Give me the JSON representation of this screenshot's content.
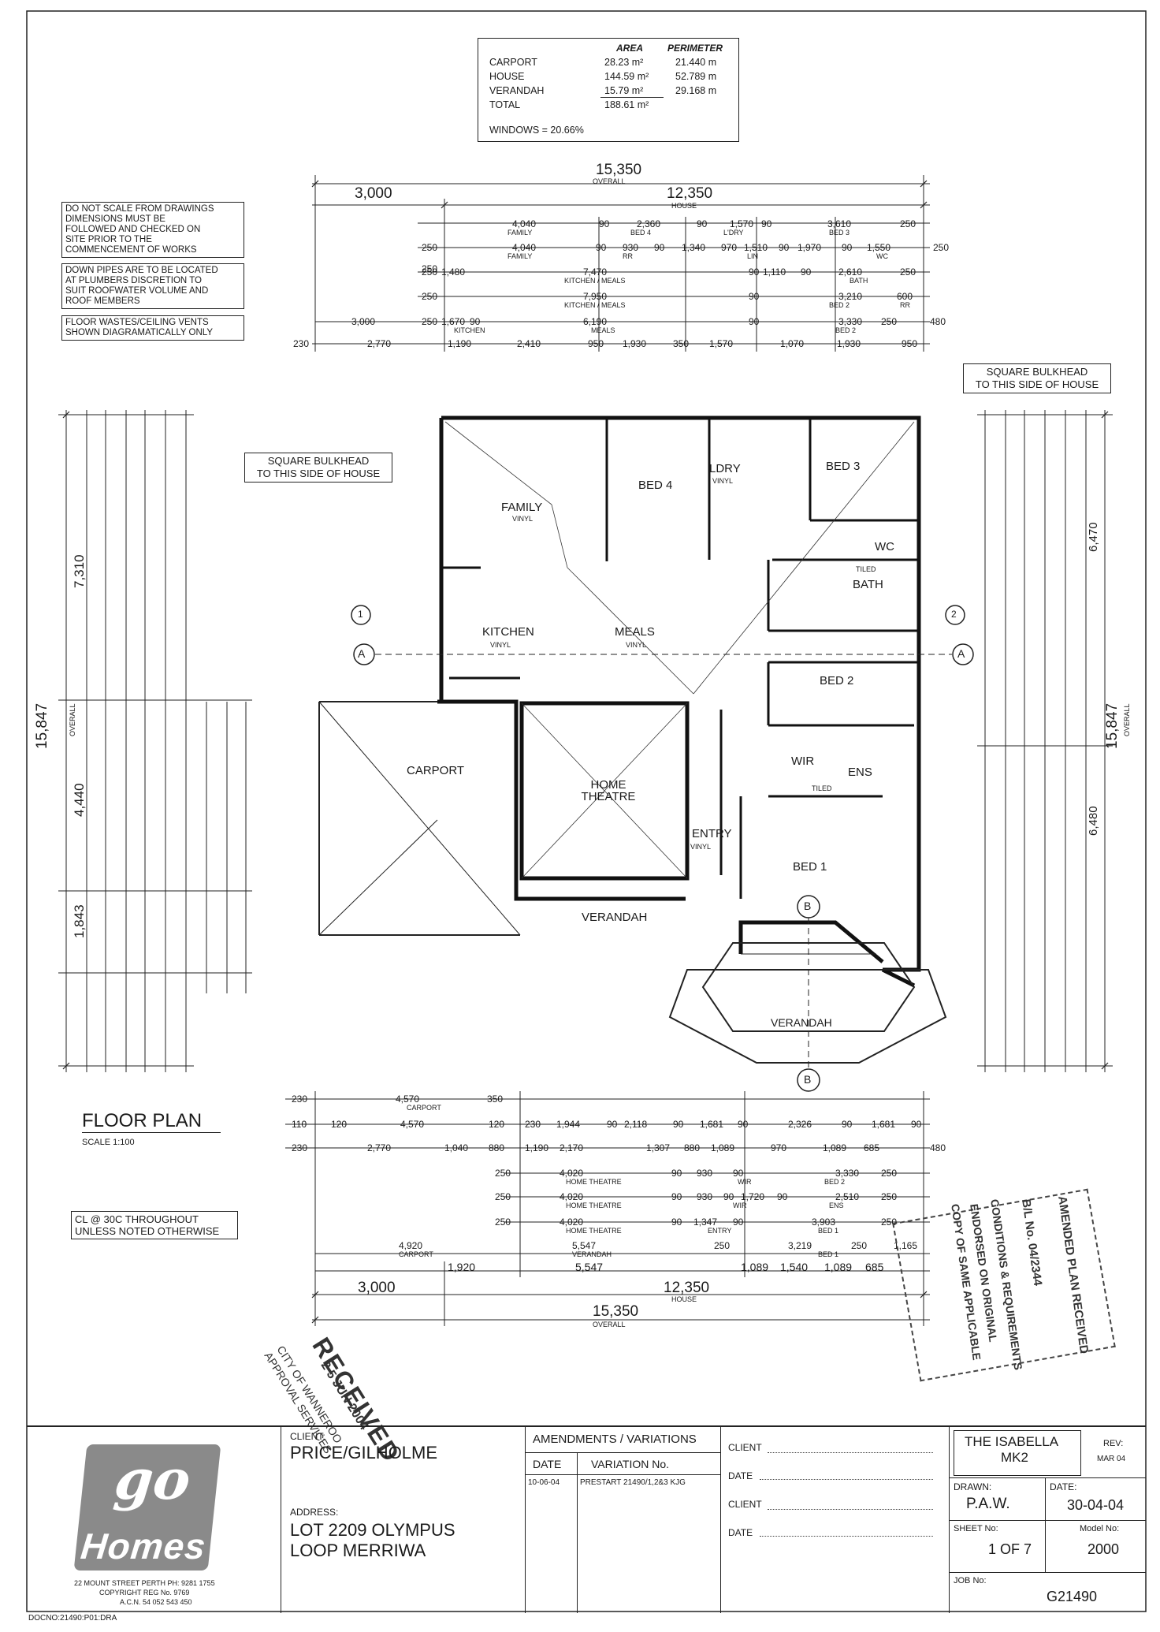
{
  "area_table": {
    "header_area": "AREA",
    "header_perimeter": "PERIMETER",
    "rows": [
      {
        "name": "CARPORT",
        "area": "28.23 m²",
        "perimeter": "21.440 m"
      },
      {
        "name": "HOUSE",
        "area": "144.59 m²",
        "perimeter": "52.789 m"
      },
      {
        "name": "VERANDAH",
        "area": "15.79 m²",
        "perimeter": "29.168 m"
      }
    ],
    "total_label": "TOTAL",
    "total_area": "188.61 m²",
    "windows": "WINDOWS = 20.66%"
  },
  "notes": {
    "note1": [
      "DO NOT SCALE FROM DRAWINGS",
      "DIMENSIONS MUST BE",
      "FOLLOWED AND CHECKED ON",
      "SITE PRIOR TO THE",
      "COMMENCEMENT OF WORKS"
    ],
    "note2": [
      "DOWN PIPES ARE TO BE LOCATED",
      "AT PLUMBERS DISCRETION TO",
      "SUIT ROOFWATER VOLUME AND",
      "ROOF MEMBERS"
    ],
    "note3": [
      "FLOOR WASTES/CEILING VENTS",
      "SHOWN DIAGRAMATICALLY ONLY"
    ],
    "bulkhead_right": [
      "SQUARE BULKHEAD",
      "TO THIS SIDE OF HOUSE"
    ],
    "bulkhead_left": [
      "SQUARE BULKHEAD",
      "TO THIS SIDE OF HOUSE"
    ],
    "ceiling": [
      "CL @ 30c THROUGHOUT",
      "UNLESS NOTED OTHERWISE"
    ]
  },
  "top_dims": {
    "overall": "15,350",
    "overall_label": "OVERALL",
    "carport": "3,000",
    "house": "12,350",
    "house_label": "HOUSE"
  },
  "bottom_dims": {
    "carport": "3,000",
    "house": "12,350",
    "house_label": "HOUSE",
    "overall": "15,350",
    "overall_label": "OVERALL"
  },
  "side_dims": {
    "left_overall": "15,847",
    "right_overall": "15,847",
    "overall_label": "OVERALL",
    "left_7310": "7,310",
    "left_4440": "4,440",
    "left_1843": "1,843",
    "right_6470": "6,470",
    "right_6480": "6,480"
  },
  "rooms": {
    "family": "FAMILY",
    "bed4": "BED 4",
    "ldry": "LDRY",
    "bed3": "BED 3",
    "kitchen": "KITCHEN",
    "meals": "MEALS",
    "bath": "BATH",
    "wc": "WC",
    "bed2": "BED 2",
    "carport": "CARPORT",
    "home_theatre": "HOME THEATRE",
    "wir": "WIR",
    "ens": "ENS",
    "entry": "ENTRY",
    "bed1": "BED 1",
    "verandah": "VERANDAH",
    "verandah2": "VERANDAH",
    "vinyl": "VINYL",
    "tiled": "TILED"
  },
  "floor_plan": {
    "title": "FLOOR PLAN",
    "scale": "SCALE 1:100",
    "section_a": "A",
    "section_b": "B",
    "grid1": "1",
    "grid2": "2"
  },
  "stamps": {
    "received": "RECEIVED",
    "date": "2 5 JUN 2004",
    "city": "CITY OF WANNEROO",
    "approval": "APPROVAL SERVICES",
    "amended": "AMENDED PLAN RECEIVED",
    "bl": "B/L No. 04/2344",
    "conditions": "CONDITIONS & REQUIREMENTS",
    "endorsed": "ENDORSED ON ORIGINAL",
    "copy": "COPY OF SAME APPLICABLE"
  },
  "title_block": {
    "brand_top": "go",
    "brand_bottom": "Homes",
    "address_line1": "22 MOUNT STREET PERTH PH: 9281 1755",
    "address_line2": "COPYRIGHT    REG No. 9769",
    "address_line3": "A.C.N. 54 052 543 450",
    "client_label": "CLIENT:",
    "client_name": "PRICE/GILHOLME",
    "address_label": "ADDRESS:",
    "address1": "LOT 2209 OLYMPUS",
    "address2": "LOOP MERRIWA",
    "amend_title": "AMENDMENTS / VARIATIONS",
    "amend_date_col": "DATE",
    "amend_var_col": "VARIATION No.",
    "amend_row_date": "10-06-04",
    "amend_row_var": "PRESTART 21490/1,2&3  KJG",
    "sig_client1": "CLIENT",
    "sig_date1": "DATE",
    "sig_client2": "CLIENT",
    "sig_date2": "DATE",
    "design_name": "THE ISABELLA",
    "design_mk": "MK2",
    "rev_label": "REV:",
    "rev_value": "MAR 04",
    "drawn_label": "DRAWN:",
    "drawn_value": "P.A.W.",
    "date_label": "DATE:",
    "date_value": "30-04-04",
    "sheet_label": "SHEET No:",
    "sheet_value": "1 OF 7",
    "model_label": "Model No:",
    "model_value": "2000",
    "job_label": "JOB No:",
    "job_value": "G21490"
  },
  "footer_code": "DOCNO:21490:P01:DRA"
}
